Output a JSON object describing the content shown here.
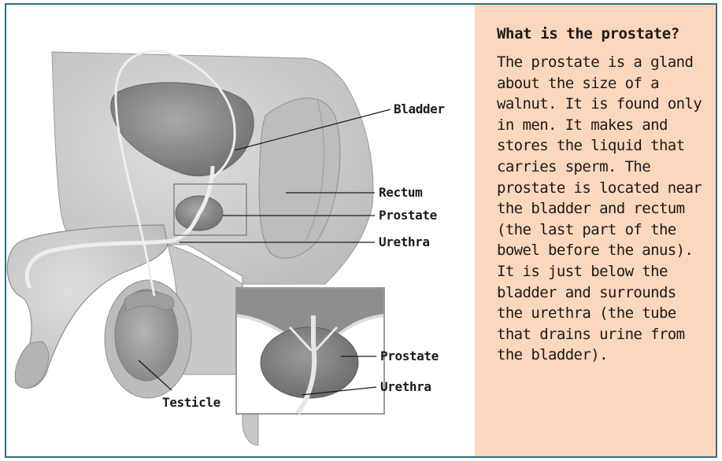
{
  "sidebar": {
    "title": "What is the prostate?",
    "body": "The prostate is a gland about the size of a walnut. It is found only in men. It makes and stores the liquid that carries sperm. The prostate is located near the bladder and rectum (the last part of the bowel before the anus). It is just below the bladder and surrounds the urethra (the tube that drains urine from the bladder).",
    "background_color": "#fbd7bd"
  },
  "labels": {
    "bladder": "Bladder",
    "rectum": "Rectum",
    "prostate": "Prostate",
    "urethra": "Urethra",
    "inset_prostate": "Prostate",
    "inset_urethra": "Urethra",
    "testicle": "Testicle"
  },
  "colors": {
    "frame_border": "#2f6f86",
    "organ_shade": "#8d8d8d",
    "tissue_light": "#d2d2d2"
  }
}
